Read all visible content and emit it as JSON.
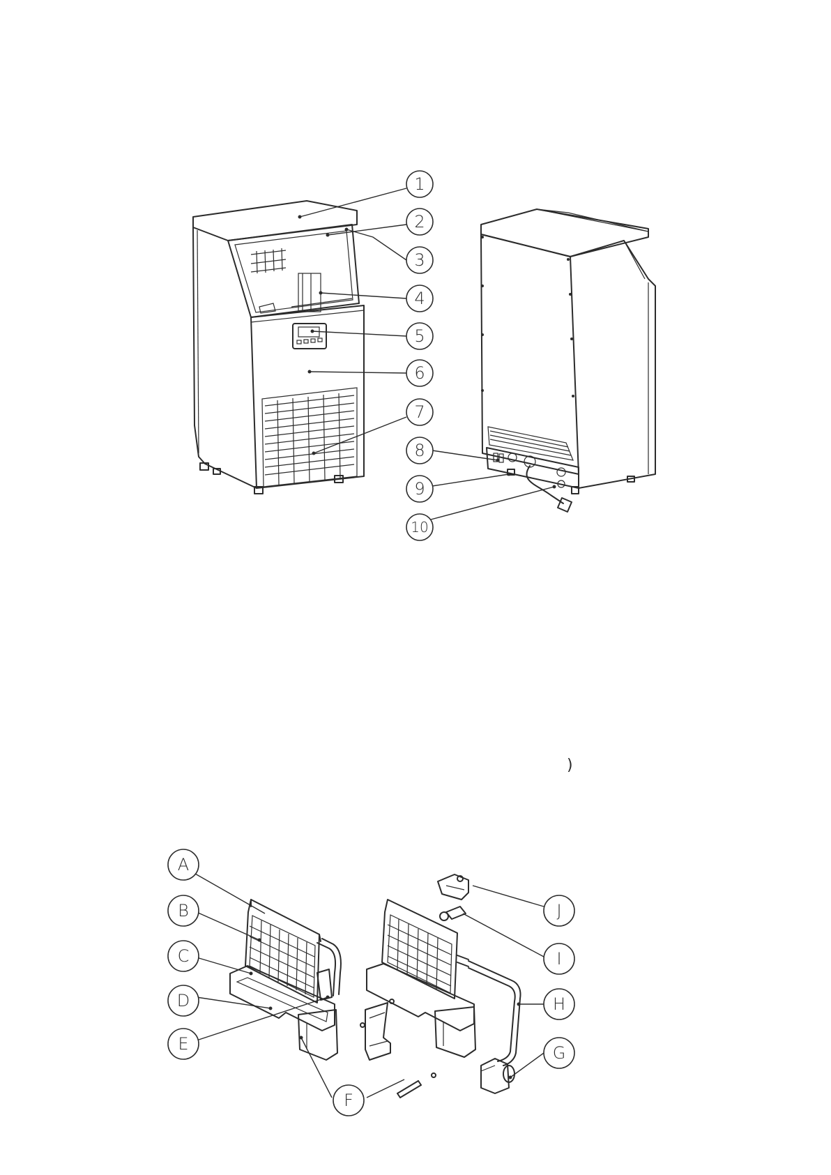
{
  "stray_text": ")",
  "callouts_top": [
    "1",
    "2",
    "3",
    "4",
    "5",
    "6",
    "7",
    "8",
    "9",
    "10"
  ],
  "callouts_bottom": [
    "A",
    "B",
    "C",
    "D",
    "E",
    "F",
    "G",
    "H",
    "I",
    "J"
  ]
}
